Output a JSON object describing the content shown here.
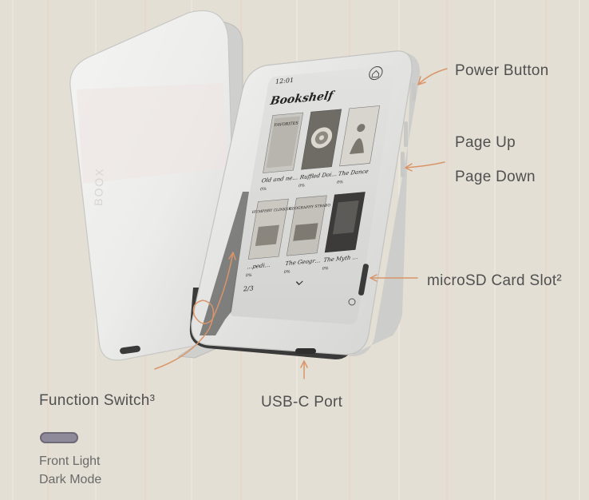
{
  "labels": {
    "power_button": "Power Button",
    "page_up": "Page Up",
    "page_down": "Page Down",
    "microsd": "microSD Card Slot²",
    "function_switch": "Function Switch³",
    "usb_c": "USB-C Port",
    "front_light": "Front Light",
    "dark_mode": "Dark Mode"
  },
  "back_logo": "BOOX",
  "screen": {
    "time": "12:01",
    "title": "Bookshelf",
    "page_indicator": "2/3",
    "books": [
      {
        "cover_text": "FAVORITES",
        "title": "Old and ne…",
        "progress": "0%"
      },
      {
        "cover_text": "",
        "title": "Ruffled Doi…",
        "progress": "0%"
      },
      {
        "cover_text": "",
        "title": "The Dance",
        "progress": "0%"
      },
      {
        "cover_text": "HUMPHRY CLINKER",
        "title": "…pedi…",
        "progress": "0%"
      },
      {
        "cover_text": "GEOGRAPHY STRABO",
        "title": "The Geogr…",
        "progress": "0%"
      },
      {
        "cover_text": "",
        "title": "The Myth …",
        "progress": "0%"
      }
    ]
  },
  "colors": {
    "background": "#e4dfd4",
    "accent_arrow": "#d9956a",
    "device_body": "#e9e9e7",
    "switch_pill": "#8f8a99"
  }
}
